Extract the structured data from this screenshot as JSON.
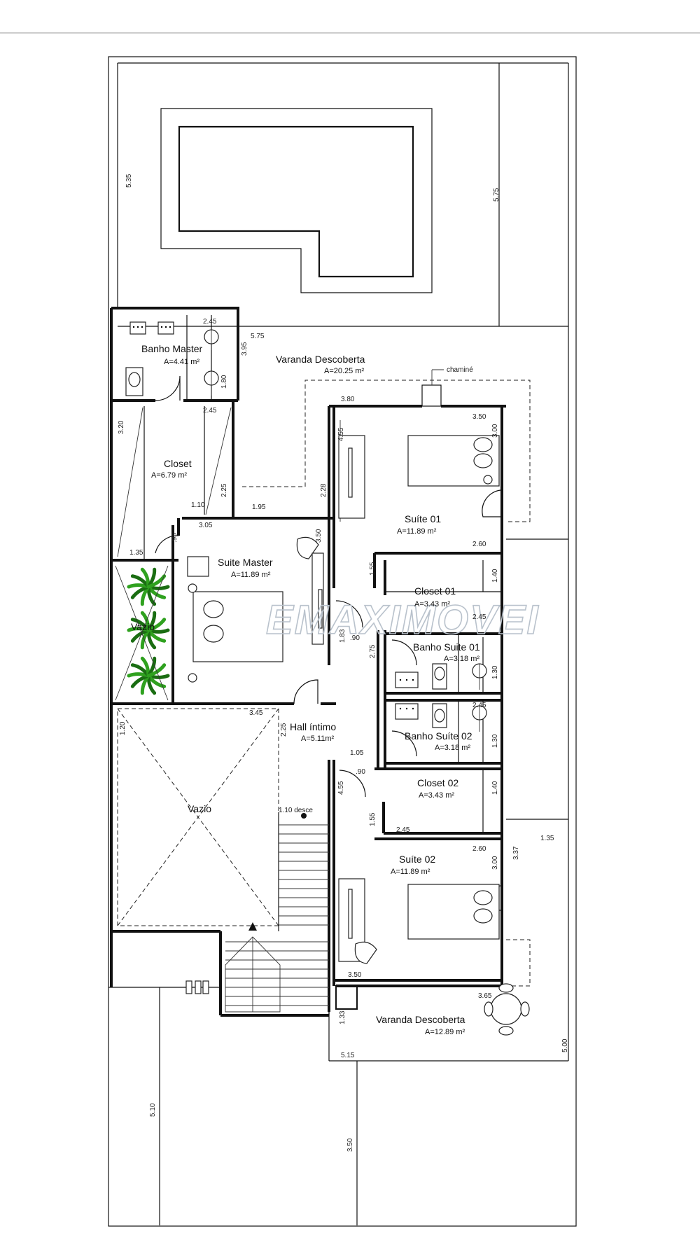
{
  "rooms": {
    "banho_master": {
      "name": "Banho Master",
      "area": "A=4.41 m²"
    },
    "varanda_top": {
      "name": "Varanda Descoberta",
      "area": "A=20.25 m²"
    },
    "closet": {
      "name": "Closet",
      "area": "A=6.79 m²"
    },
    "suite_master": {
      "name": "Suite Master",
      "area": "A=11.89 m²"
    },
    "suite01": {
      "name": "Suíte 01",
      "area": "A=11.89 m²"
    },
    "closet01": {
      "name": "Closet 01",
      "area": "A=3.43 m²"
    },
    "banho_suite01": {
      "name": "Banho Suite 01",
      "area": "A=3.18 m²"
    },
    "banho_suite02": {
      "name": "Banho Suíte 02",
      "area": "A=3.18 m²"
    },
    "hall": {
      "name": "Hall íntimo",
      "area": "A=5.11m²"
    },
    "closet02": {
      "name": "Closet 02",
      "area": "A=3.43 m²"
    },
    "suite02": {
      "name": "Suíte 02",
      "area": "A=11.89 m²"
    },
    "varanda_bottom": {
      "name": "Varanda Descoberta",
      "area": "A=12.89 m²"
    },
    "vazio_garden": {
      "name": "Vazio"
    },
    "vazio_big": {
      "name": "Vazio"
    }
  },
  "labels": {
    "chimney": "chaminé",
    "stairs": "1.10 desce",
    "watermark": "EMAXIMOVEI"
  },
  "dimensions": {
    "d535": "5.35",
    "d575v": "5.75",
    "d245a": "2.45",
    "d575h": "5.75",
    "d395": "3.95",
    "d180": "1.80",
    "d245b": "2.45",
    "d320": "3.20",
    "d380": "3.80",
    "d455a": "4.55",
    "d350a": "3.50",
    "d300a": "3.00",
    "d225a": "2.25",
    "d228": "2.28",
    "d110": "1.10",
    "d195": "1.95",
    "d305": "3.05",
    "d095a": ".95",
    "d135a": "1.35",
    "d350b": "3.50",
    "d260a": "2.60",
    "d155a": "1.55",
    "d140a": "1.40",
    "d245c": "2.45",
    "d183": "1.83",
    "d090a": ".90",
    "d275": "2.75",
    "d130a": "1.30",
    "d245d": "2.45",
    "d130b": "1.30",
    "d345": "3.45",
    "d225b": "2.25",
    "d120": "1.20",
    "d105": "1.05",
    "d090b": ".90",
    "d455b": "4.55",
    "d140b": "1.40",
    "d155b": "1.55",
    "d245e": "2.45",
    "d260b": "2.60",
    "d300b": "3.00",
    "d337": "3.37",
    "d135b": "1.35",
    "d350c": "3.50",
    "d365": "3.65",
    "d133": "1.33",
    "d515": "5.15",
    "d500": "5.00",
    "d510": "5.10",
    "d350d": "3.50"
  },
  "colors": {
    "plant": "#2fa11f",
    "plant_dark": "#1a6d12",
    "line": "#111111"
  }
}
